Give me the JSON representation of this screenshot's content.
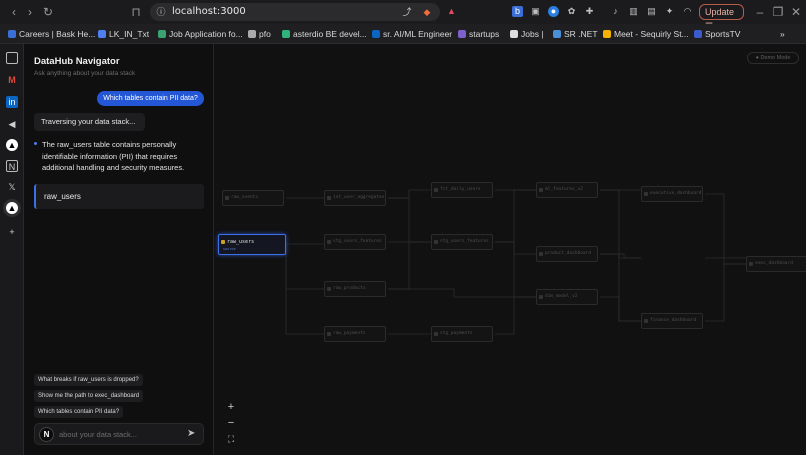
{
  "browser": {
    "url": "localhost:3000",
    "update_label": "Update",
    "bookmarks": [
      {
        "label": "Careers | Bask He...",
        "color": "#3b6fd8"
      },
      {
        "label": "LK_IN_Txt",
        "color": "#4f7ff0"
      },
      {
        "label": "Job Application fo...",
        "color": "#3aa36f"
      },
      {
        "label": "pfo",
        "color": "#aaaaaa"
      },
      {
        "label": "asterdio BE devel...",
        "color": "#2fb37a"
      },
      {
        "label": "sr. AI/ML Engineer",
        "color": "#0a66c2"
      },
      {
        "label": "startups",
        "color": "#7b61c9"
      },
      {
        "label": "Jobs |",
        "color": "#dddddd"
      },
      {
        "label": "SR .NET",
        "color": "#4a90d9"
      },
      {
        "label": "Meet - Sequirly St...",
        "color": "#f2b400"
      },
      {
        "label": "SportsTV",
        "color": "#3b5bcc"
      }
    ]
  },
  "panel": {
    "title": "DataHub Navigator",
    "subtitle": "Ask anything about your data stack",
    "user_question": "Which tables contain PII data?",
    "status": "Traversing your data stack...",
    "answer": "The raw_users table contains personally identifiable information (PII) that requires additional handling and security measures.",
    "result_table": "raw_users",
    "suggestions": [
      "What breaks if raw_users is dropped?",
      "Show me the path to exec_dashboard",
      "Which tables contain PII data?"
    ],
    "avatar_letter": "N",
    "input_placeholder": "about your data stack..."
  },
  "canvas": {
    "demo_badge": "● Demo Mode",
    "selected_node": "raw_users",
    "selected_node_tag": "source",
    "nodes": [
      "raw_events",
      "int_user_aggregates",
      "stg_users_features",
      "fct_daily_users",
      "executive_dashboard",
      "stg_users_features",
      "ml_features_v2",
      "product_dashboard",
      "raw_products",
      "dim_model_v2",
      "exec_dashboard",
      "raw_payments",
      "stg_payments",
      "finance_dashboard"
    ],
    "zoom_in": "+",
    "zoom_out": "−",
    "fit_view": "⛶"
  }
}
